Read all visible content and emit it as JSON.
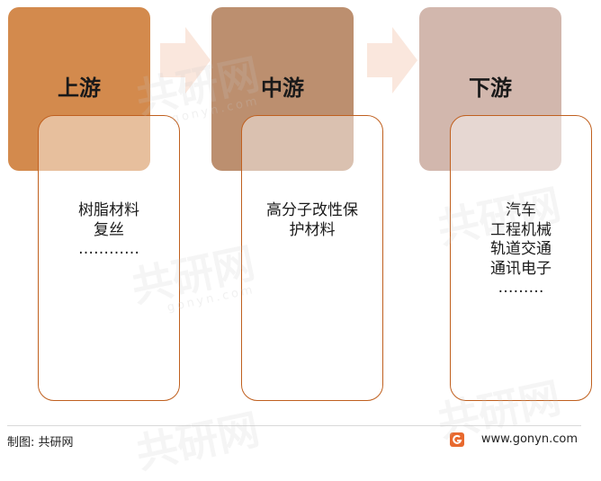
{
  "stages": [
    {
      "title": "上游",
      "items": [
        "树脂材料",
        "复丝",
        "…………"
      ],
      "color": "#d38a4d"
    },
    {
      "title": "中游",
      "items": [
        "高分子改性保",
        "护材料"
      ],
      "color": "#bc8f6f"
    },
    {
      "title": "下游",
      "items": [
        "汽车",
        "工程机械",
        "轨道交通",
        "通讯电子",
        "………"
      ],
      "color": "#d2b7ad"
    }
  ],
  "card_border_color": "#c0601f",
  "arrow_color": "#fae7dd",
  "watermark": {
    "text": "共研网",
    "sub": "gonyn.com"
  },
  "footer": {
    "source": "制图: 共研网",
    "site": "www.gonyn.com"
  }
}
